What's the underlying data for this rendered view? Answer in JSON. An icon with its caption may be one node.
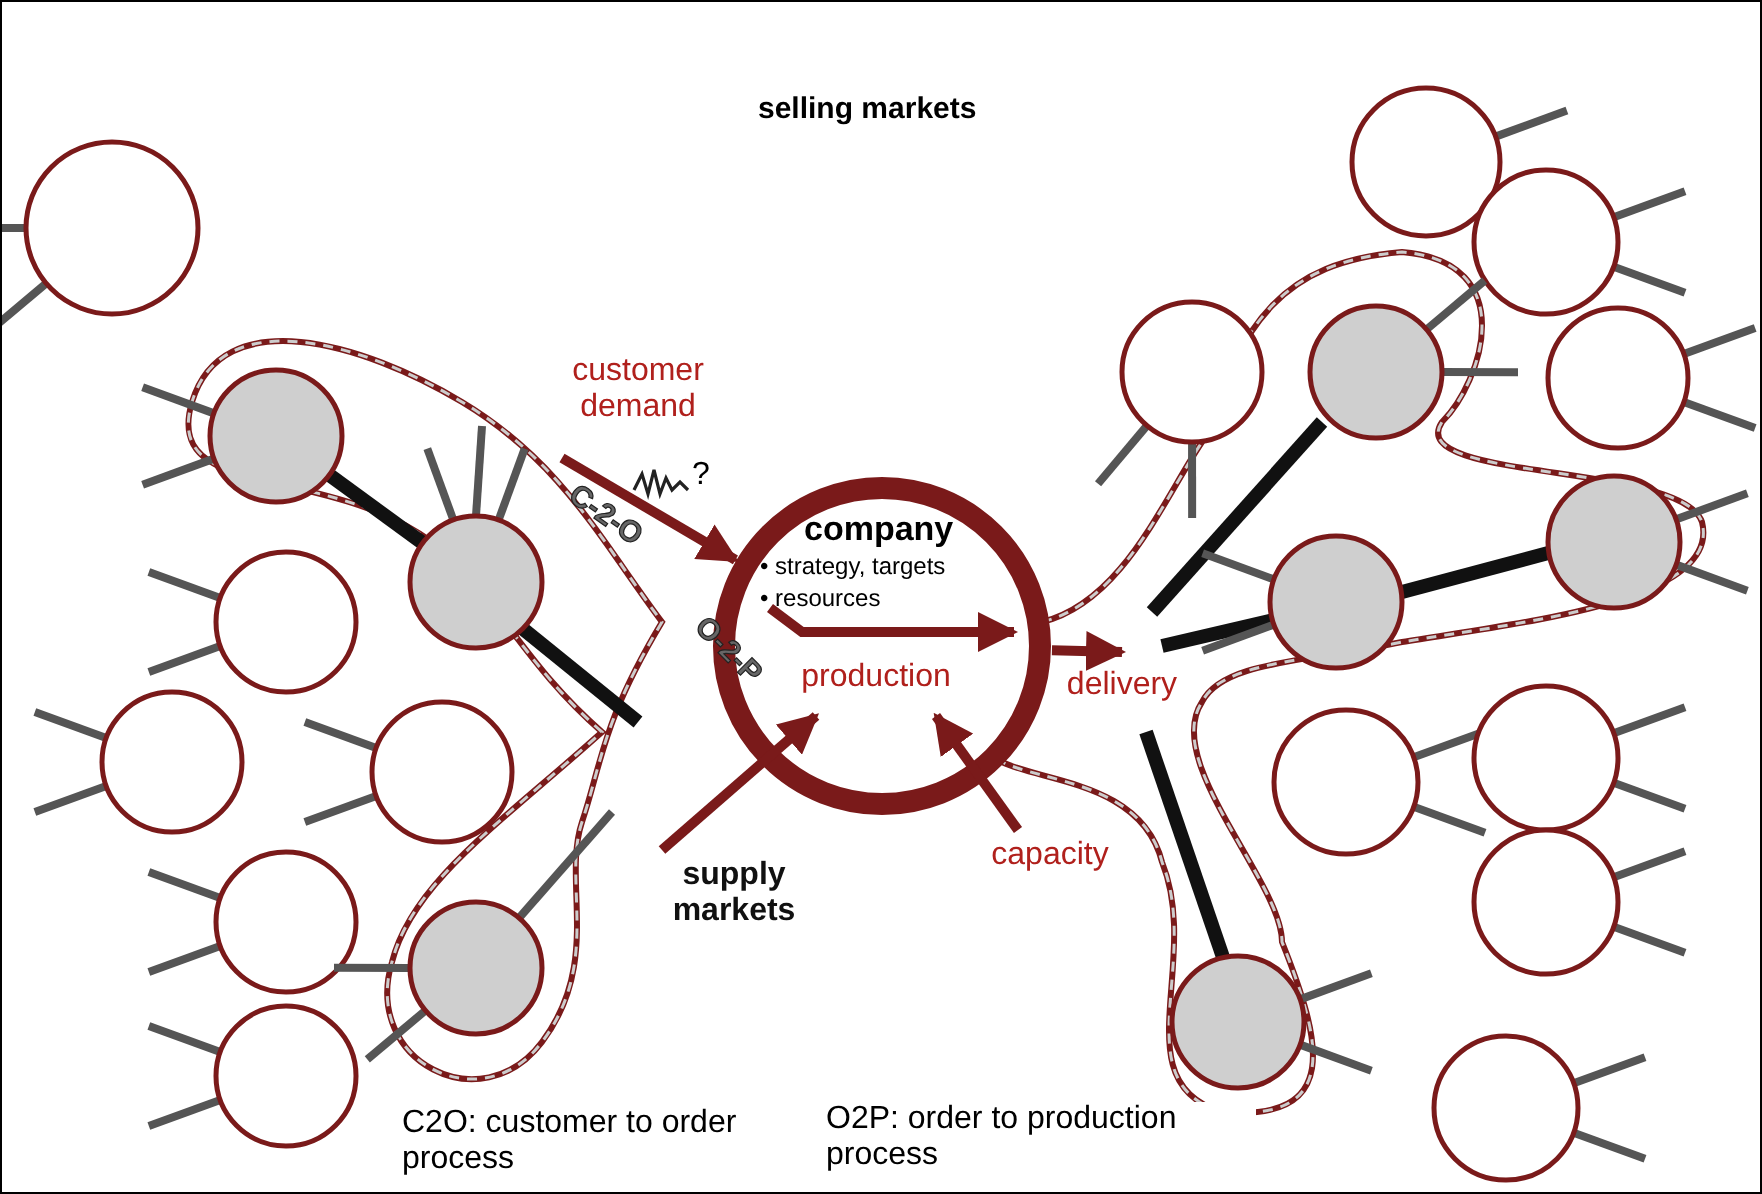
{
  "diagram": {
    "nodes": [
      {
        "text": [
          "company",
          "• strategy, targets",
          "• resources"
        ]
      },
      {
        "text": [
          "customer demand"
        ]
      },
      {
        "text": [
          "supply markets"
        ]
      },
      {
        "text": [
          "capacity"
        ]
      },
      {
        "text": [
          "delivery"
        ]
      },
      {
        "text": [
          "production"
        ],
        "in": 0
      }
    ],
    "edges": [
      {
        "from": 1,
        "to": 0,
        "arrow": "to",
        "label": "C-2-O"
      },
      {
        "from": null,
        "to": 0,
        "arrow": "to",
        "label": "O-2-P"
      },
      {
        "from": 0,
        "to": 4,
        "arrow": "to"
      },
      {
        "from": 2,
        "to": 5,
        "arrow": "to"
      },
      {
        "from": 3,
        "to": 5,
        "arrow": "to"
      }
    ],
    "labels": [
      "selling markets",
      "?",
      "C2O: customer to order process",
      "O2P: order to production process"
    ]
  }
}
